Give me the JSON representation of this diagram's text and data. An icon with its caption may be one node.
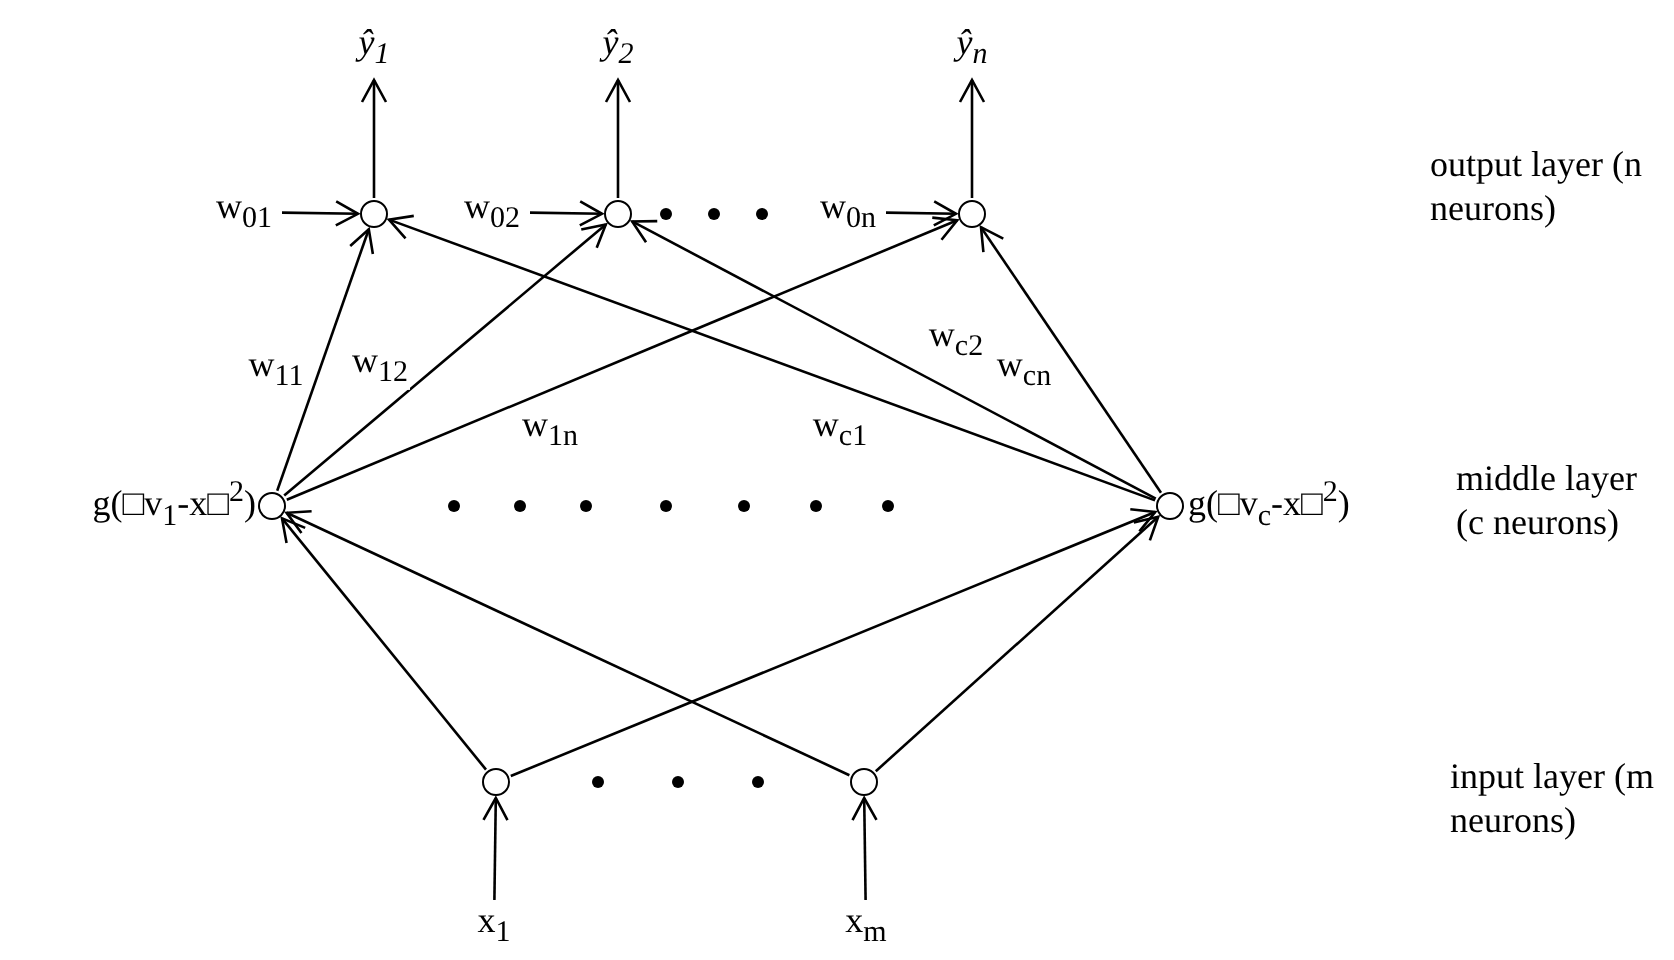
{
  "diagram": {
    "nodes": [
      {
        "text": [
          "ŷ$_{1}$"
        ]
      },
      {
        "text": [
          "ŷ$_{2}$"
        ]
      },
      {
        "text": [
          "ŷ$_{n}$"
        ]
      },
      {
        "text": [
          "w$_{01}$"
        ]
      },
      {
        "text": [],
        "shape": "circle"
      },
      {
        "text": [
          "w$_{02}$"
        ]
      },
      {
        "text": [],
        "shape": "circle"
      },
      {
        "text": [
          "w$_{0n}$"
        ]
      },
      {
        "text": [],
        "shape": "circle"
      },
      {
        "text": [],
        "shape": "circle",
        "beside": [
          "g(□v$_{1}$-x□$^{2}$)"
        ]
      },
      {
        "text": [],
        "shape": "circle",
        "beside": [
          "g(□v$_{c}$-x□$^{2}$)"
        ]
      },
      {
        "text": [],
        "shape": "circle"
      },
      {
        "text": [],
        "shape": "circle"
      },
      {
        "text": [
          "x$_{1}$"
        ]
      },
      {
        "text": [
          "x$_{m}$"
        ]
      }
    ],
    "edges": [
      {
        "from": 4,
        "to": 0,
        "arrow": "to"
      },
      {
        "from": 6,
        "to": 1,
        "arrow": "to"
      },
      {
        "from": 8,
        "to": 2,
        "arrow": "to"
      },
      {
        "from": 3,
        "to": 4,
        "arrow": "to"
      },
      {
        "from": 5,
        "to": 6,
        "arrow": "to"
      },
      {
        "from": 7,
        "to": 8,
        "arrow": "to"
      },
      {
        "from": 9,
        "to": 4,
        "arrow": "to",
        "label": "w$_{11}$"
      },
      {
        "from": 9,
        "to": 6,
        "arrow": "to",
        "label": "w$_{12}$"
      },
      {
        "from": 9,
        "to": 8,
        "arrow": "to",
        "label": "w$_{1n}$"
      },
      {
        "from": 10,
        "to": 4,
        "arrow": "to",
        "label": "w$_{c1}$"
      },
      {
        "from": 10,
        "to": 6,
        "arrow": "to",
        "label": "w$_{c2}$"
      },
      {
        "from": 10,
        "to": 8,
        "arrow": "to",
        "label": "w$_{cn}$"
      },
      {
        "from": 11,
        "to": 9,
        "arrow": "to"
      },
      {
        "from": 11,
        "to": 10,
        "arrow": "to"
      },
      {
        "from": 12,
        "to": 9,
        "arrow": "to"
      },
      {
        "from": 12,
        "to": 10,
        "arrow": "to"
      },
      {
        "from": 13,
        "to": 11,
        "arrow": "to"
      },
      {
        "from": 14,
        "to": 12,
        "arrow": "to"
      }
    ],
    "labels": [
      "output layer (n neurons)",
      "middle layer (c neurons)",
      "input layer (m neurons)"
    ]
  }
}
